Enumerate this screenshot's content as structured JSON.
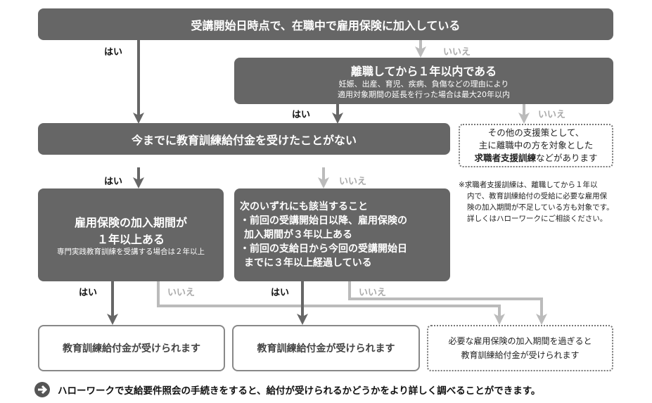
{
  "q1": {
    "title": "受講開始日時点で、在職中で雇用保険に加入している"
  },
  "q2": {
    "title": "離職してから１年以内である",
    "note1": "妊娠、出産、育児、疾病、負傷などの理由により",
    "note2": "適用対象期間の延長を行った場合は最大20年以内"
  },
  "q3": {
    "title": "今までに教育訓練給付金を受けたことがない"
  },
  "q4": {
    "line1": "雇用保険の加入期間が",
    "line2": "１年以上ある",
    "note": "専門実践教育訓練を受講する場合は２年以上"
  },
  "q5": {
    "title": "次のいずれにも該当すること",
    "b1a": "・前回の受講開始日以降、雇用保険の",
    "b1b": "加入期間が３年以上ある",
    "b2a": "・前回の支給日から今回の受講開始日",
    "b2b": "までに３年以上経過している"
  },
  "labels": {
    "yes": "はい",
    "no": "いいえ"
  },
  "other": {
    "line1": "その他の支援策として、",
    "line2": "主に離職中の方を対象とした",
    "bold": "求職者支援訓練",
    "rest": "などがあります"
  },
  "note": {
    "l1": "※求職者支援訓練は、離職してから１年以",
    "l2": "内で、教育訓練給付の受給に必要な雇用保",
    "l3": "険の加入期間が不足している方も対象です。",
    "l4": "詳しくはハローワークにご相談ください。"
  },
  "results": {
    "r1": "教育訓練給付金が受けられます",
    "r2": "教育訓練給付金が受けられます",
    "r3a": "必要な雇用保険の加入期間を過ぎると",
    "r3b": "教育訓練給付金が受けられます"
  },
  "footer": {
    "text": "ハローワークで支給要件照会の手続きをすると、給付が受けられるかどうかをより詳しく調べることができます。"
  }
}
